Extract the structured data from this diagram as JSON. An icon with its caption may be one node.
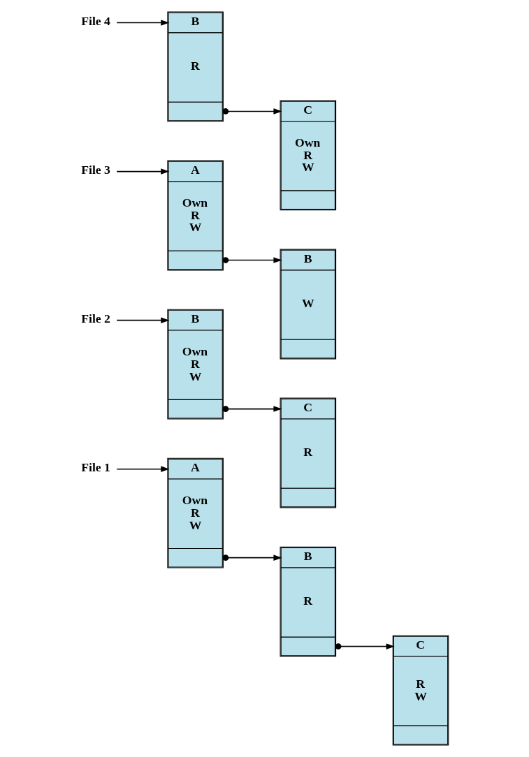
{
  "diagram": {
    "nodes": [
      {
        "text": [
          "File 1"
        ]
      },
      {
        "text": [
          "A",
          "Own R W"
        ]
      },
      {
        "text": [
          "B",
          "R"
        ]
      },
      {
        "text": [
          "C",
          "R W"
        ]
      },
      {
        "text": [
          "File 2"
        ]
      },
      {
        "text": [
          "B",
          "Own R W"
        ]
      },
      {
        "text": [
          "C",
          "R"
        ]
      },
      {
        "text": [
          "File 3"
        ]
      },
      {
        "text": [
          "A",
          "Own R W"
        ]
      },
      {
        "text": [
          "B",
          "W"
        ]
      },
      {
        "text": [
          "File 4"
        ]
      },
      {
        "text": [
          "B",
          "R"
        ]
      },
      {
        "text": [
          "C",
          "Own R W"
        ]
      }
    ],
    "edges": [
      {
        "from": 0,
        "to": 1,
        "arrow": "to"
      },
      {
        "from": 1,
        "to": 2,
        "arrow": "to"
      },
      {
        "from": 2,
        "to": 3,
        "arrow": "to"
      },
      {
        "from": 4,
        "to": 5,
        "arrow": "to"
      },
      {
        "from": 5,
        "to": 6,
        "arrow": "to"
      },
      {
        "from": 7,
        "to": 8,
        "arrow": "to"
      },
      {
        "from": 8,
        "to": 9,
        "arrow": "to"
      },
      {
        "from": 10,
        "to": 11,
        "arrow": "to"
      },
      {
        "from": 11,
        "to": 12,
        "arrow": "to"
      }
    ]
  }
}
